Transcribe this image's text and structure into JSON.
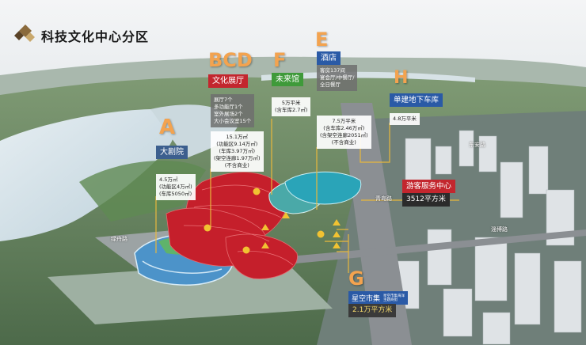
{
  "header": {
    "title": "科技文化中心分区"
  },
  "colors": {
    "accent_orange": "#f3a34f",
    "red_tag": "#c3262e",
    "green_tag": "#3f9a3a",
    "blue_tag": "#2a5aa6",
    "grey_tag": "#7a7a7a",
    "leader_line": "#e8b83c"
  },
  "zones": {
    "a": {
      "letter": "A",
      "name": "大剧院",
      "stats": [
        "4.5万㎡",
        "(功能区4万㎡)",
        "(车库5050㎡)"
      ]
    },
    "bcd": {
      "letter": "BCD",
      "name": "文化展厅",
      "facilities": [
        "展厅7个",
        "多功能厅1个",
        "室外展场2个",
        "大小会议室15个"
      ],
      "stats": [
        "15.1万㎡",
        "(功能区9.14万㎡)",
        "(车库3.97万㎡)",
        "(架空连廊1.97万㎡)",
        "(不含商业)"
      ]
    },
    "f": {
      "letter": "F",
      "name": "未来馆",
      "stats": [
        "5万平米",
        "(含车库2.7㎡)"
      ]
    },
    "e": {
      "letter": "E",
      "name": "酒店",
      "facilities": [
        "客房137间",
        "宴会厅/中餐厅/",
        "全日餐厅"
      ],
      "stats": [
        "7.5万平米",
        "(含车库2.46万㎡)",
        "(含架空连廊2051㎡)",
        "(不含商业)"
      ]
    },
    "h": {
      "letter": "H",
      "name": "单建地下车库",
      "stats": [
        "4.8万平米"
      ]
    },
    "visitor": {
      "name": "游客服务中心",
      "area": "3512平方米"
    },
    "g": {
      "letter": "G",
      "name": "星空市集",
      "sub": [
        "星空市集海洋",
        "主题商街"
      ],
      "area": "2.1万平方米"
    }
  },
  "roads": {
    "r1": "绿舟路",
    "r2": "青岛路",
    "r3": "东安路",
    "r4": "淄博路"
  }
}
